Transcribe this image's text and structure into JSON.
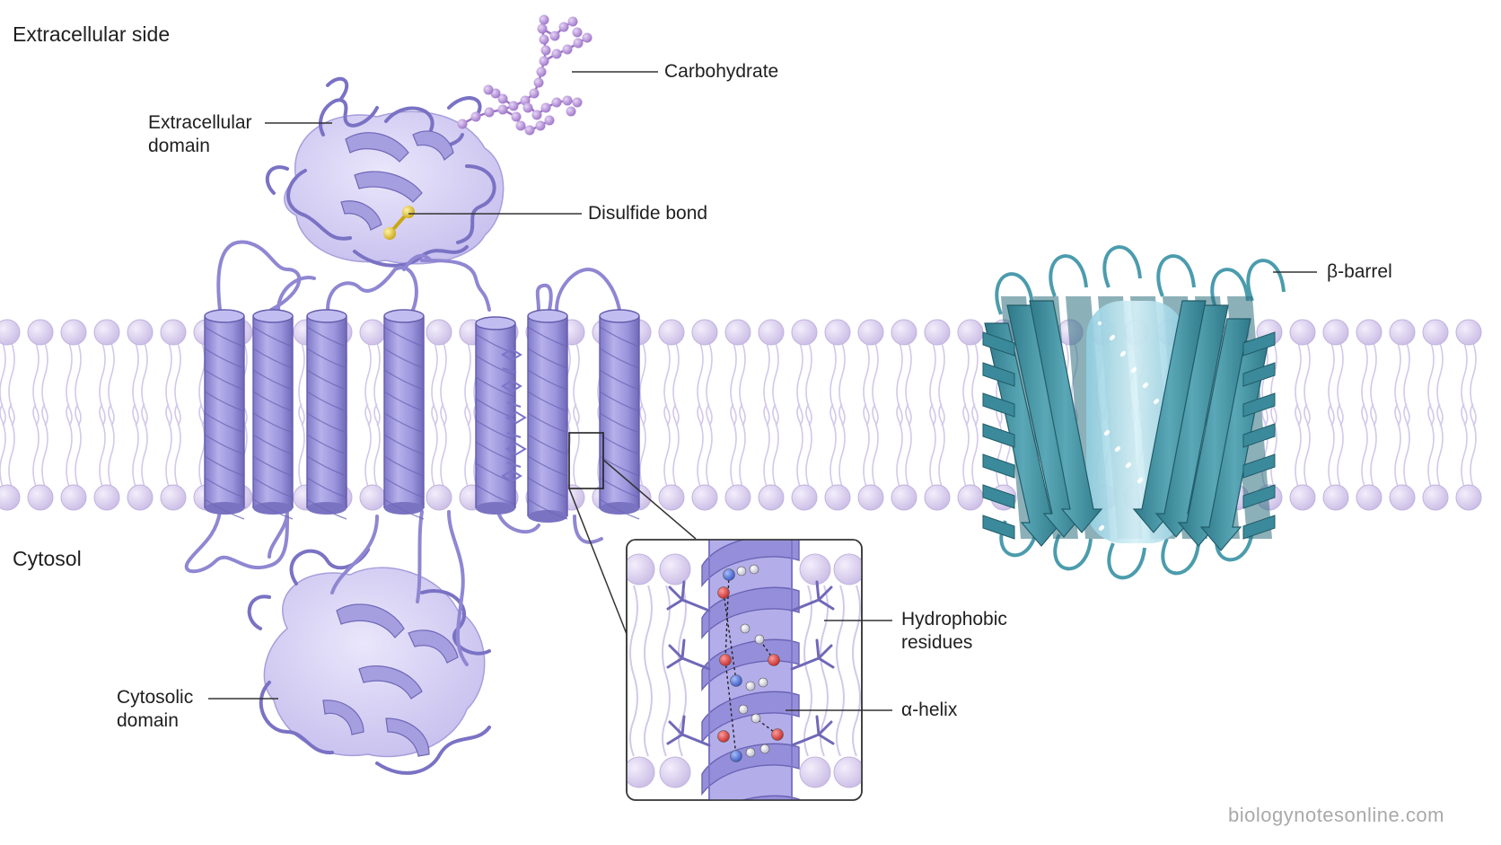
{
  "labels": {
    "extracellular_side": "Extracellular side",
    "cytosol": "Cytosol",
    "carbohydrate": "Carbohydrate",
    "extracellular_domain_1": "Extracellular",
    "extracellular_domain_2": "domain",
    "disulfide_bond": "Disulfide bond",
    "beta_barrel": "β-barrel",
    "cytosolic_domain_1": "Cytosolic",
    "cytosolic_domain_2": "domain",
    "hydrophobic_residues_1": "Hydrophobic",
    "hydrophobic_residues_2": "residues",
    "alpha_helix": "α-helix"
  },
  "watermark": "biologynotesonline.com",
  "colors": {
    "membrane_head": "#d9cdee",
    "membrane_tail": "#cbbfe4",
    "helix_protein": "#9d97dc",
    "helix_outline": "#6f68b8",
    "beta_barrel": "#3f8f9f",
    "barrel_core": "#a8dbe8",
    "disulfide": "#e1c12a",
    "carbohydrate": "#b08ed2",
    "oxygen_atom": "#d23b3b",
    "nitrogen_atom": "#4a6fd8"
  }
}
